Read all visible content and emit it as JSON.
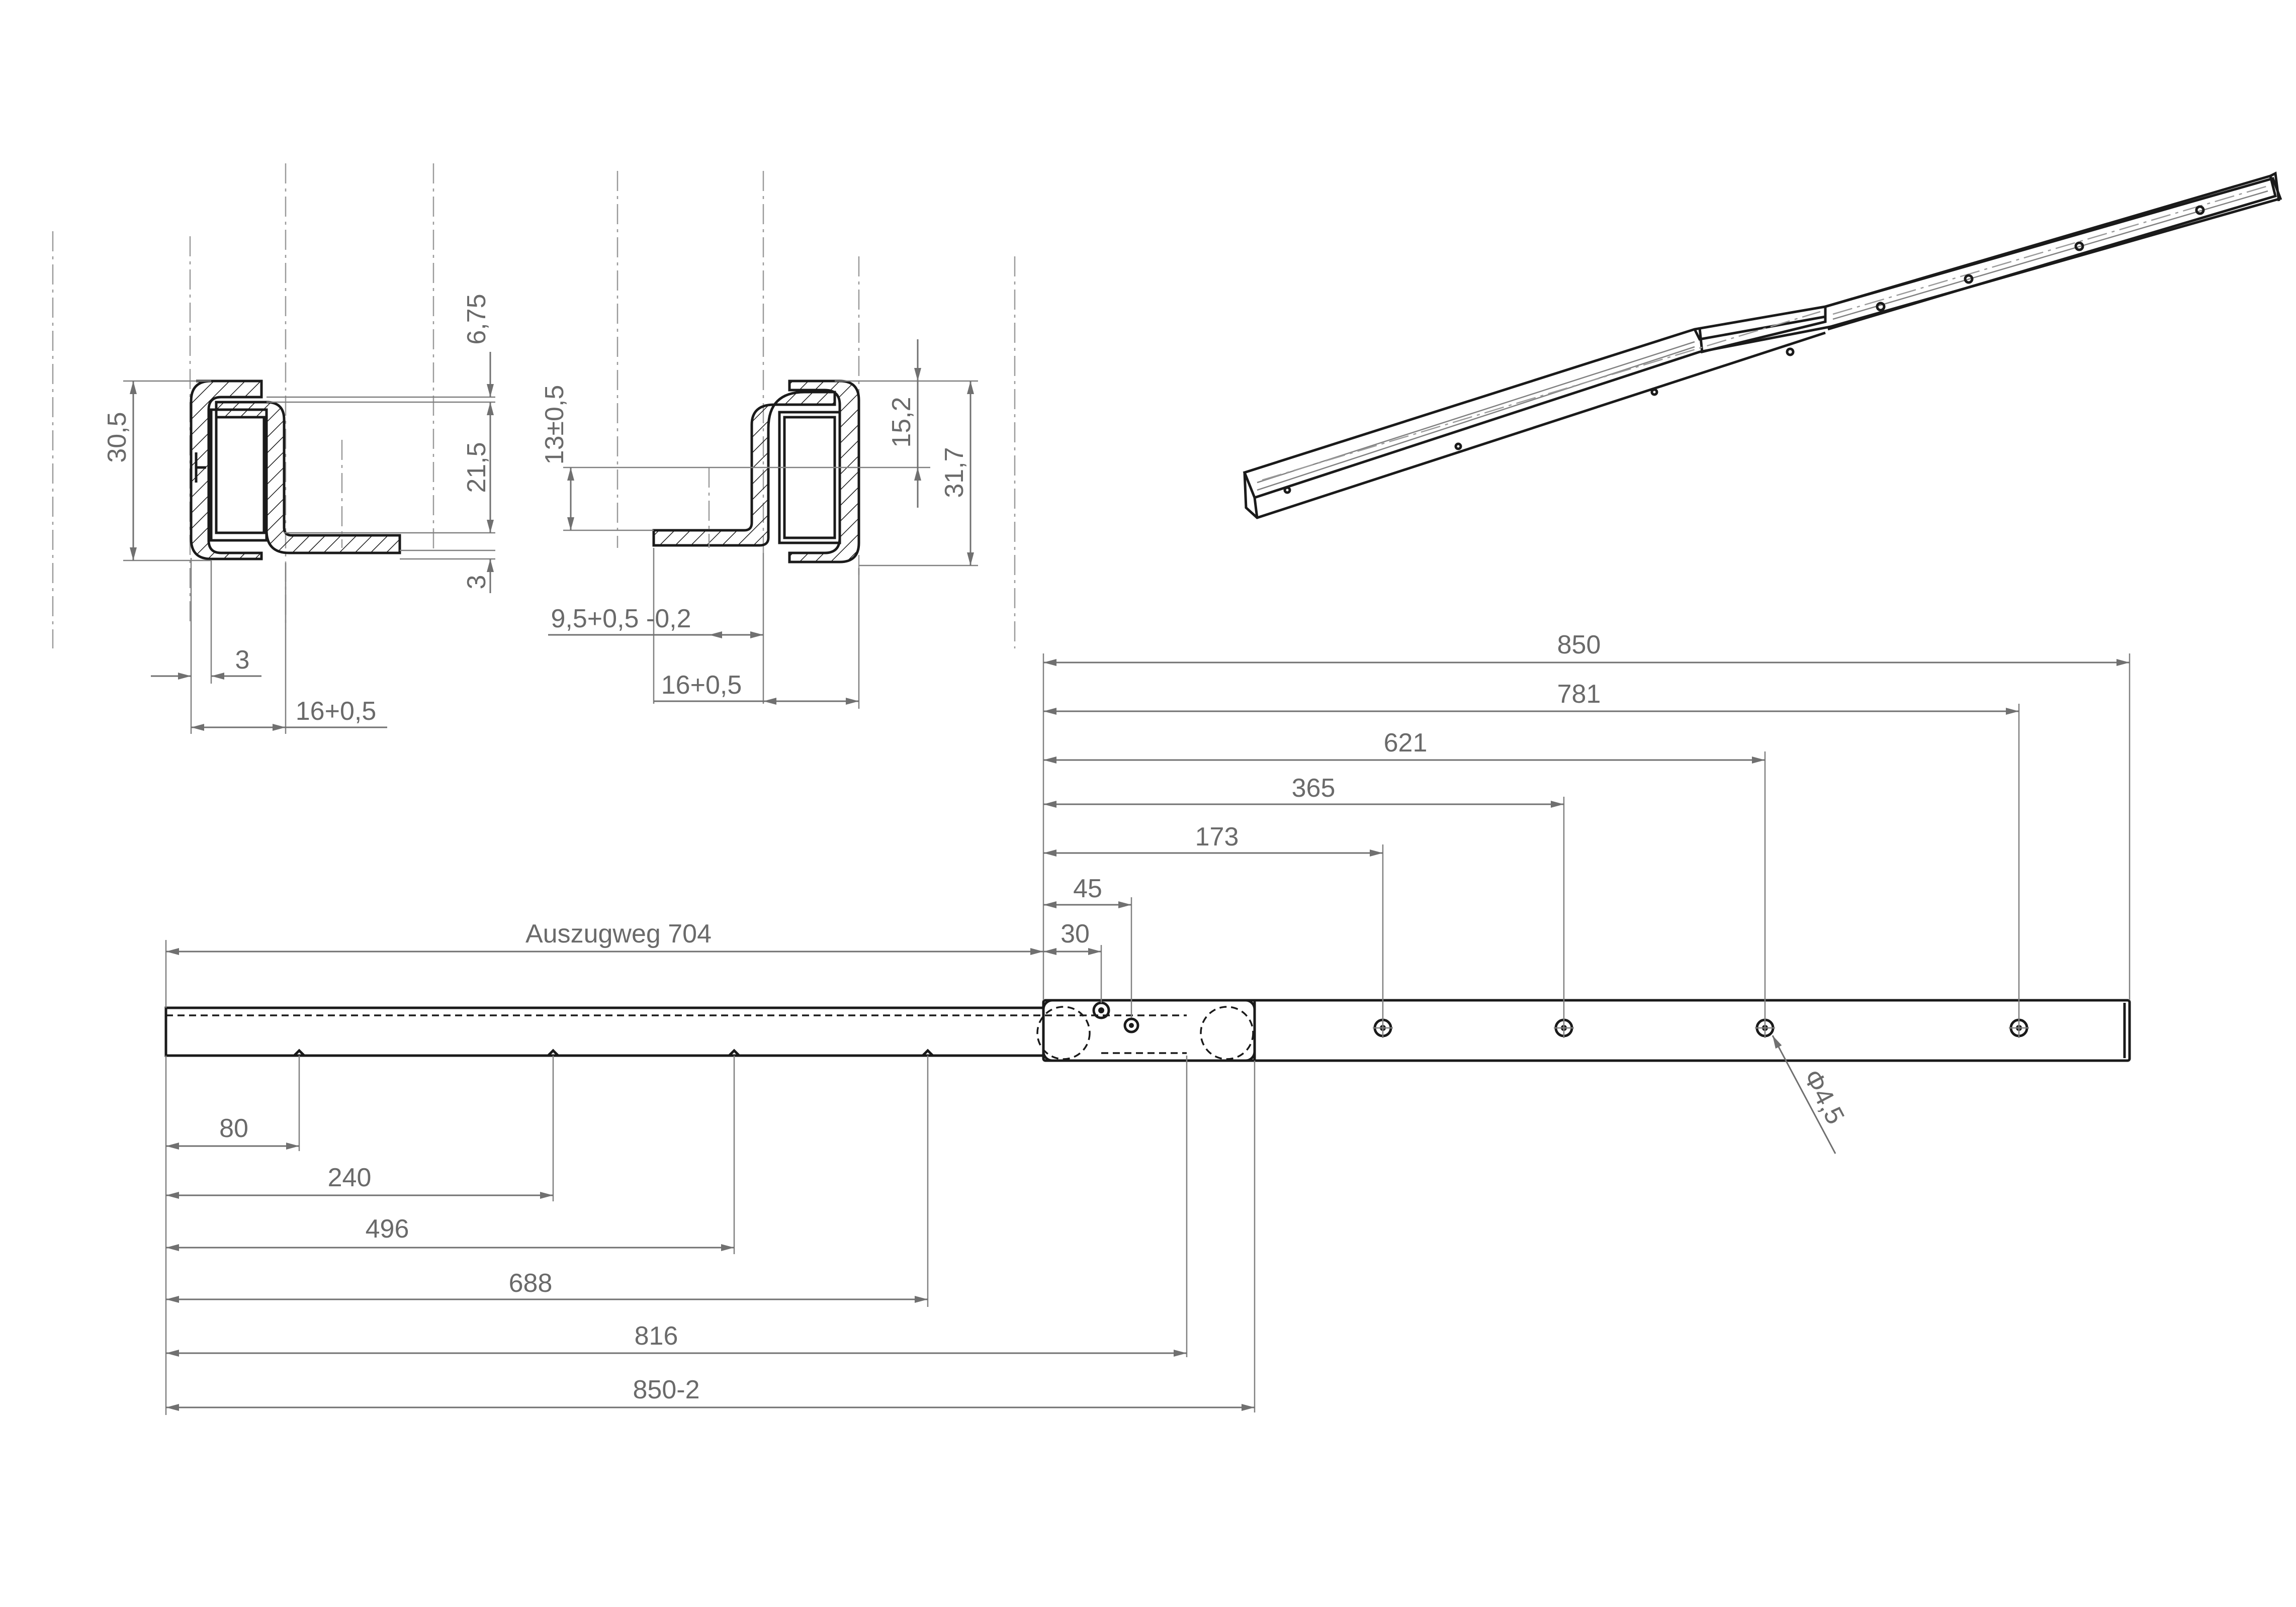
{
  "cross_section_left": {
    "height_label": "30,5",
    "top_gap_label": "6,75",
    "mid_label": "21,5",
    "bottom_label": "3",
    "wall_label": "3",
    "width_label": "16+0,5"
  },
  "cross_section_right": {
    "height_label": "13±0,5",
    "top_label": "15,2",
    "total_label": "31,7",
    "offset_label": "9,5+0,5 -0,2",
    "width_label": "16+0,5"
  },
  "side_view": {
    "top_dims": [
      {
        "value": 850,
        "label": "850"
      },
      {
        "value": 781,
        "label": "781"
      },
      {
        "value": 621,
        "label": "621"
      },
      {
        "value": 365,
        "label": "365"
      },
      {
        "value": 173,
        "label": "173"
      },
      {
        "value": 45,
        "label": "45"
      },
      {
        "value": 30,
        "label": "30"
      }
    ],
    "extension_label": "Auszugweg 704",
    "bottom_dims": [
      {
        "value": 80,
        "label": "80"
      },
      {
        "value": 240,
        "label": "240"
      },
      {
        "value": 496,
        "label": "496"
      },
      {
        "value": 688,
        "label": "688"
      },
      {
        "value": 816,
        "label": "816"
      },
      {
        "value": 848,
        "label": "850-2"
      }
    ],
    "hole_label": "Φ4,5"
  },
  "isometric": {
    "description_icon": "drawer-slide-rail-3d-icon"
  }
}
